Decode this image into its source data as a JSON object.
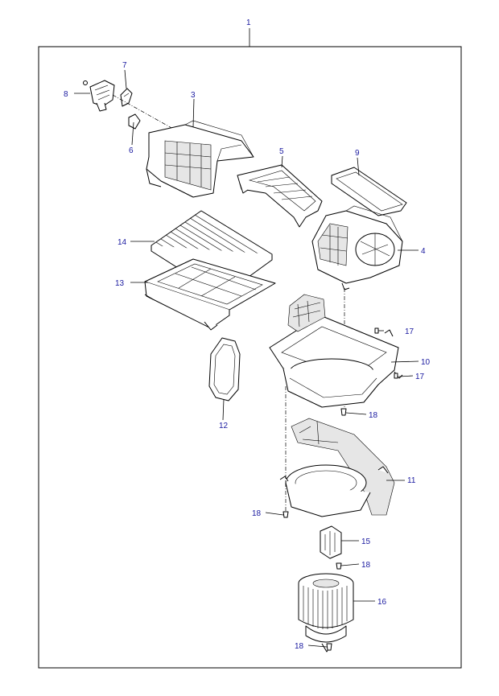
{
  "callouts": {
    "c1": "1",
    "c2": "3",
    "c3": "4",
    "c4": "5",
    "c5": "6",
    "c6": "7",
    "c7": "8",
    "c8": "9",
    "c9": "10",
    "c10": "11",
    "c11": "12",
    "c12": "13",
    "c13": "14",
    "c14": "15",
    "c15": "16",
    "c16": "17",
    "c17": "17",
    "c18": "18",
    "c19": "18",
    "c20": "18",
    "c21": "18"
  }
}
